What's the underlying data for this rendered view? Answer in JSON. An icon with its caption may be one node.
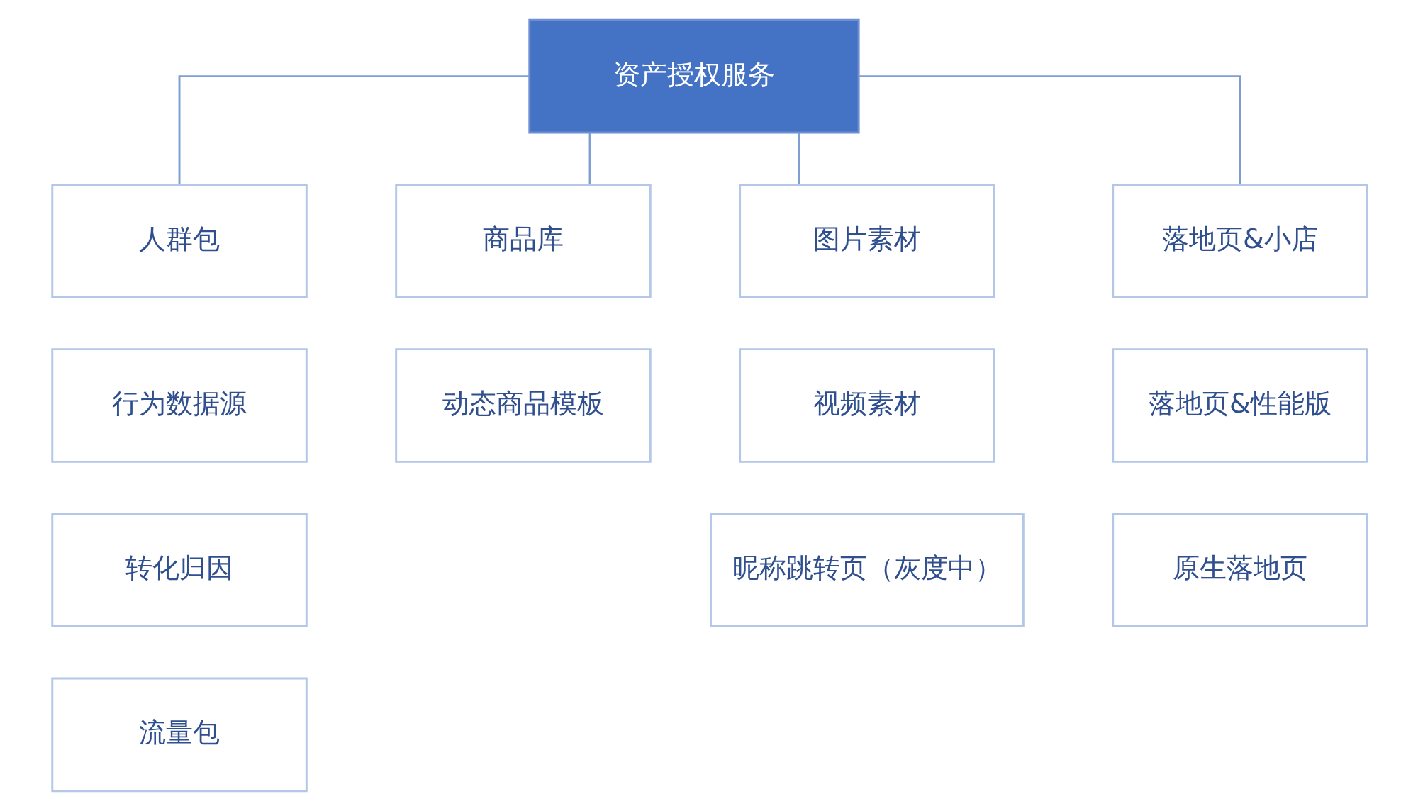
{
  "diagram": {
    "nodes": [
      {
        "text": [
          "资产授权服务"
        ]
      },
      {
        "text": [
          "人群包"
        ]
      },
      {
        "text": [
          "商品库"
        ]
      },
      {
        "text": [
          "图片素材"
        ]
      },
      {
        "text": [
          "落地页&小店"
        ]
      },
      {
        "text": [
          "行为数据源"
        ]
      },
      {
        "text": [
          "动态商品模板"
        ]
      },
      {
        "text": [
          "视频素材"
        ]
      },
      {
        "text": [
          "落地页&性能版"
        ]
      },
      {
        "text": [
          "转化归因"
        ]
      },
      {
        "text": [
          "昵称跳转页（灰度中）"
        ]
      },
      {
        "text": [
          "原生落地页"
        ]
      },
      {
        "text": [
          "流量包"
        ]
      }
    ],
    "edges": [
      {
        "from": 0,
        "to": 1,
        "arrow": "none"
      },
      {
        "from": 0,
        "to": 2,
        "arrow": "none"
      },
      {
        "from": 0,
        "to": 3,
        "arrow": "none"
      },
      {
        "from": 0,
        "to": 4,
        "arrow": "none"
      }
    ]
  }
}
